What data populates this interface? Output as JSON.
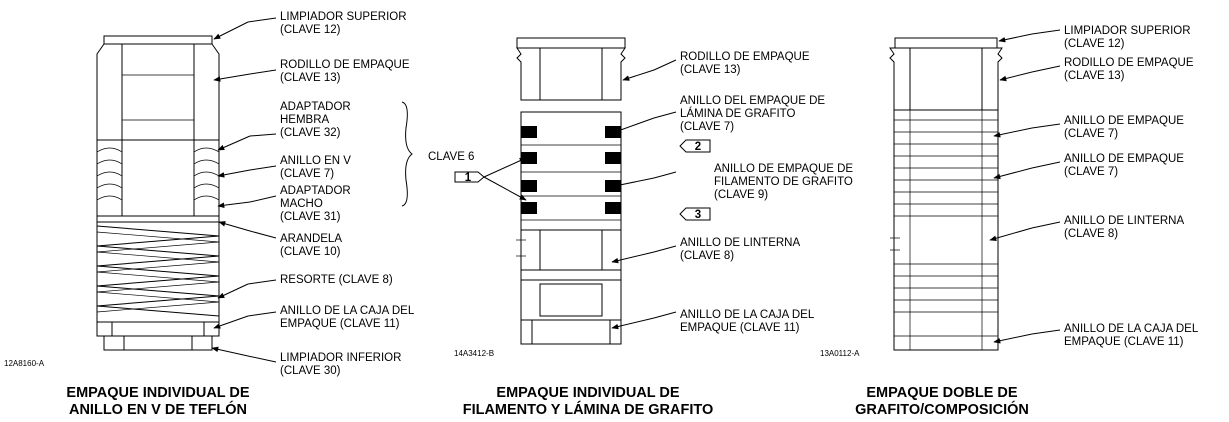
{
  "diagram1": {
    "labels": [
      [
        "LIMPIADOR SUPERIOR",
        "(CLAVE 12)"
      ],
      [
        "RODILLO DE EMPAQUE",
        "(CLAVE 13)"
      ],
      [
        "ADAPTADOR",
        "HEMBRA",
        "(CLAVE 32)"
      ],
      [
        "ANILLO EN V",
        "(CLAVE 7)"
      ],
      [
        "ADAPTADOR",
        "MACHO",
        "(CLAVE 31)"
      ],
      [
        "ARANDELA",
        "(CLAVE 10)"
      ],
      [
        "RESORTE (CLAVE 8)"
      ],
      [
        "ANILLO DE LA CAJA DEL",
        "EMPAQUE (CLAVE 11)"
      ],
      [
        "LIMPIADOR INFERIOR",
        "(CLAVE 30)"
      ]
    ],
    "ref": "12A8160-A",
    "caption": [
      "EMPAQUE INDIVIDUAL DE",
      "ANILLO EN V DE TEFLÓN"
    ]
  },
  "diagram2": {
    "labels": [
      [
        "RODILLO DE EMPAQUE",
        "(CLAVE 13)"
      ],
      [
        "ANILLO DEL EMPAQUE DE",
        "LÁMINA DE GRAFITO",
        "(CLAVE 7)"
      ],
      [
        "ANILLO DE EMPAQUE DE",
        "FILAMENTO DE GRAFITO",
        "(CLAVE 9)"
      ],
      [
        "ANILLO DE LINTERNA",
        "(CLAVE 8)"
      ],
      [
        "ANILLO DE LA CAJA DEL",
        "EMPAQUE (CLAVE 11)"
      ]
    ],
    "clave": "CLAVE 6",
    "markers": [
      "1",
      "2",
      "3"
    ],
    "ref": "14A3412-B",
    "caption": [
      "EMPAQUE INDIVIDUAL DE",
      "FILAMENTO Y LÁMINA DE GRAFITO"
    ]
  },
  "diagram3": {
    "labels": [
      [
        "LIMPIADOR SUPERIOR",
        "(CLAVE 12)"
      ],
      [
        "RODILLO DE EMPAQUE",
        "(CLAVE 13)"
      ],
      [
        "ANILLO DE EMPAQUE",
        "(CLAVE 7)"
      ],
      [
        "ANILLO DE EMPAQUE",
        "(CLAVE 7)"
      ],
      [
        "ANILLO DE LINTERNA",
        "(CLAVE 8)"
      ],
      [
        "ANILLO DE LA CAJA DEL",
        "EMPAQUE (CLAVE 11)"
      ]
    ],
    "ref": "13A0112-A",
    "caption": [
      "EMPAQUE DOBLE DE",
      "GRAFITO/COMPOSICIÓN"
    ]
  }
}
